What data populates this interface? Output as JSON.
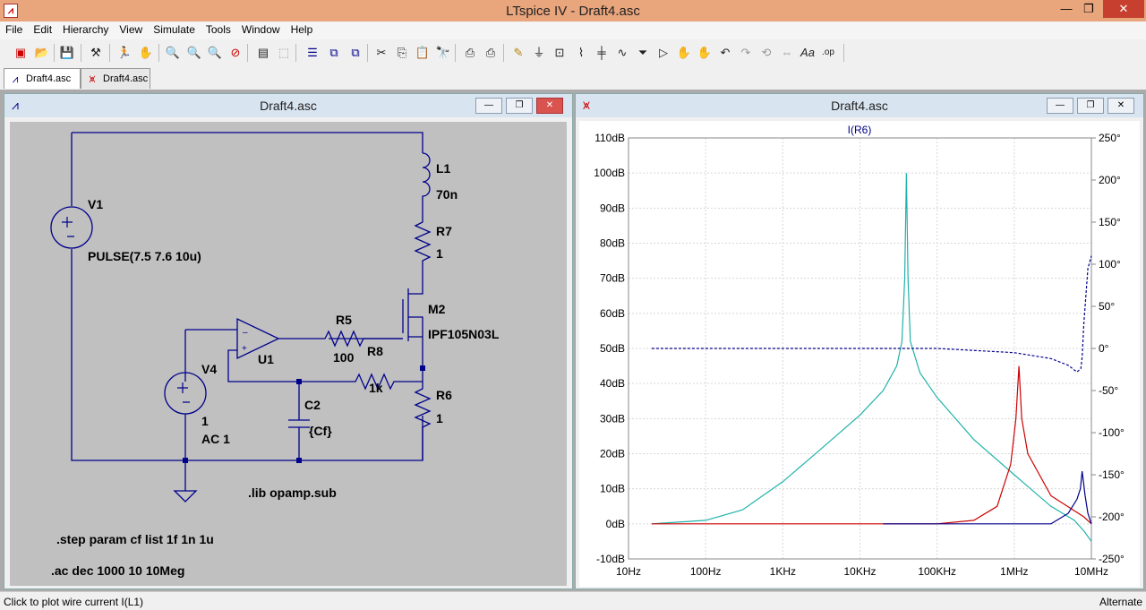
{
  "window": {
    "title": "LTspice IV - Draft4.asc"
  },
  "menu": [
    "File",
    "Edit",
    "Hierarchy",
    "View",
    "Simulate",
    "Tools",
    "Window",
    "Help"
  ],
  "tabs": [
    {
      "label": "Draft4.asc",
      "icon": "schematic-icon"
    },
    {
      "label": "Draft4.asc",
      "icon": "waveform-icon"
    }
  ],
  "schematic": {
    "title": "Draft4.asc",
    "components": {
      "v1": {
        "name": "V1",
        "value": "PULSE(7.5 7.6 10u)"
      },
      "l1": {
        "name": "L1",
        "value": "70n"
      },
      "r7": {
        "name": "R7",
        "value": "1"
      },
      "m2": {
        "name": "M2",
        "value": "IPF105N03L"
      },
      "r5": {
        "name": "R5",
        "value": "100"
      },
      "r8": {
        "name": "R8",
        "value": "1k"
      },
      "u1": {
        "name": "U1"
      },
      "v4": {
        "name": "V4",
        "value": "1",
        "ac": "AC 1"
      },
      "c2": {
        "name": "C2",
        "value": "{Cf}"
      },
      "r6": {
        "name": "R6",
        "value": "1"
      }
    },
    "directives": {
      "lib": ".lib opamp.sub",
      "step": ".step param cf list 1f 1n 1u",
      "ac": ".ac dec 1000 10 10Meg"
    }
  },
  "plot": {
    "title": "Draft4.asc",
    "trace_label": "I(R6)",
    "colors": {
      "trace_label": "#00008b",
      "phase": "#00008b"
    }
  },
  "chart_data": {
    "type": "line",
    "title": "I(R6)",
    "x_scale": "log",
    "xlim": [
      10,
      10000000
    ],
    "x_ticks": [
      "10Hz",
      "100Hz",
      "1KHz",
      "10KHz",
      "100KHz",
      "1MHz",
      "10MHz"
    ],
    "ylim": [
      -10,
      110
    ],
    "y_ticks": [
      "110dB",
      "100dB",
      "90dB",
      "80dB",
      "70dB",
      "60dB",
      "50dB",
      "40dB",
      "30dB",
      "20dB",
      "10dB",
      "0dB",
      "-10dB"
    ],
    "y2lim": [
      -250,
      250
    ],
    "y2_ticks": [
      "250°",
      "200°",
      "150°",
      "100°",
      "50°",
      "0°",
      "-50°",
      "-100°",
      "-150°",
      "-200°",
      "-250°"
    ],
    "series": [
      {
        "color": "#20b2aa",
        "axis": "left",
        "x": [
          20,
          100,
          300,
          1000,
          3000,
          10000,
          20000,
          30000,
          35000,
          38000,
          40000,
          42000,
          45000,
          60000,
          100000,
          300000,
          1000000,
          3000000,
          6000000,
          8000000,
          10000000
        ],
        "values": [
          0,
          1,
          4,
          12,
          21,
          31,
          38,
          45,
          52,
          70,
          100,
          70,
          52,
          43,
          36,
          24,
          14,
          5,
          1,
          -2,
          -5
        ]
      },
      {
        "color": "#cc0000",
        "axis": "left",
        "x": [
          20,
          100000,
          300000,
          600000,
          900000,
          1050000,
          1150000,
          1250000,
          1500000,
          3000000,
          8000000,
          10000000
        ],
        "values": [
          0,
          0,
          1,
          5,
          17,
          30,
          45,
          30,
          20,
          8,
          2,
          0
        ]
      },
      {
        "color": "#00008b",
        "axis": "left",
        "x": [
          20000,
          1000000,
          3000000,
          5000000,
          6500000,
          7200000,
          7600000,
          8300000,
          9000000,
          10000000
        ],
        "values": [
          0,
          0,
          0,
          3,
          7,
          10,
          15,
          8,
          3,
          0
        ]
      },
      {
        "color": "#00008b",
        "axis": "right",
        "style": "dashed",
        "x": [
          20,
          100000,
          1000000,
          3000000,
          5000000,
          6500000,
          7300000,
          7600000,
          8000000,
          9000000,
          10000000
        ],
        "values": [
          0,
          0,
          -5,
          -12,
          -20,
          -28,
          -24,
          -10,
          30,
          95,
          110
        ]
      }
    ]
  },
  "status": {
    "left": "Click to plot wire current I(L1)",
    "right": "Alternate"
  }
}
